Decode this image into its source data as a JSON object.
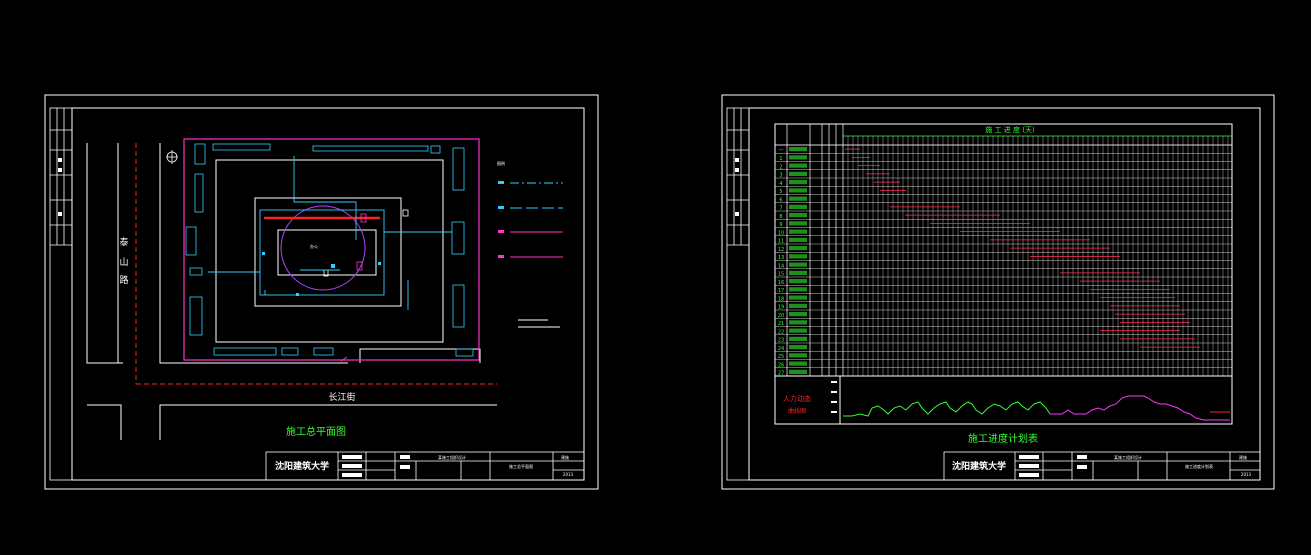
{
  "colors": {
    "background": "#000000",
    "frame": "#ffffff",
    "site_boundary": "#ff33cc",
    "road_dashed": "#ff2222",
    "pipe_cyan": "#33ccff",
    "crane_circle": "#aa44ff",
    "title_green": "#33ff33",
    "labor_green": "#33ff33",
    "labor_magenta": "#ff33ff",
    "labor_label_red": "#ff2222"
  },
  "left_sheet": {
    "drawing_title": "施工总平面图",
    "road_vertical": [
      "泰",
      "山",
      "路"
    ],
    "road_horizontal": "长江街",
    "building_label": "办公",
    "north_arrow_icon": "north-arrow-icon",
    "legend_heading": "图例",
    "title_block": {
      "school": "沈阳建筑大学",
      "project": "某施工组织设计",
      "drawing": "施工总平面图",
      "sheet_no": "建施",
      "date": "2013"
    }
  },
  "right_sheet": {
    "drawing_title": "施工进度计划表",
    "schedule_heading": "施 工 进 度 (天)",
    "labor_chart_label": "人力动态",
    "labor_chart_sublabel": "曲线图",
    "row_numbers": [
      "一",
      "1",
      "2",
      "3",
      "4",
      "5",
      "6",
      "7",
      "8",
      "9",
      "10",
      "11",
      "12",
      "13",
      "14",
      "15",
      "16",
      "17",
      "18",
      "19",
      "20",
      "21",
      "22",
      "23",
      "24",
      "25",
      "26",
      "27"
    ],
    "title_block": {
      "school": "沈阳建筑大学",
      "project": "某施工组织设计",
      "drawing": "施工进度计划表",
      "sheet_no": "建施",
      "date": "2013"
    }
  }
}
